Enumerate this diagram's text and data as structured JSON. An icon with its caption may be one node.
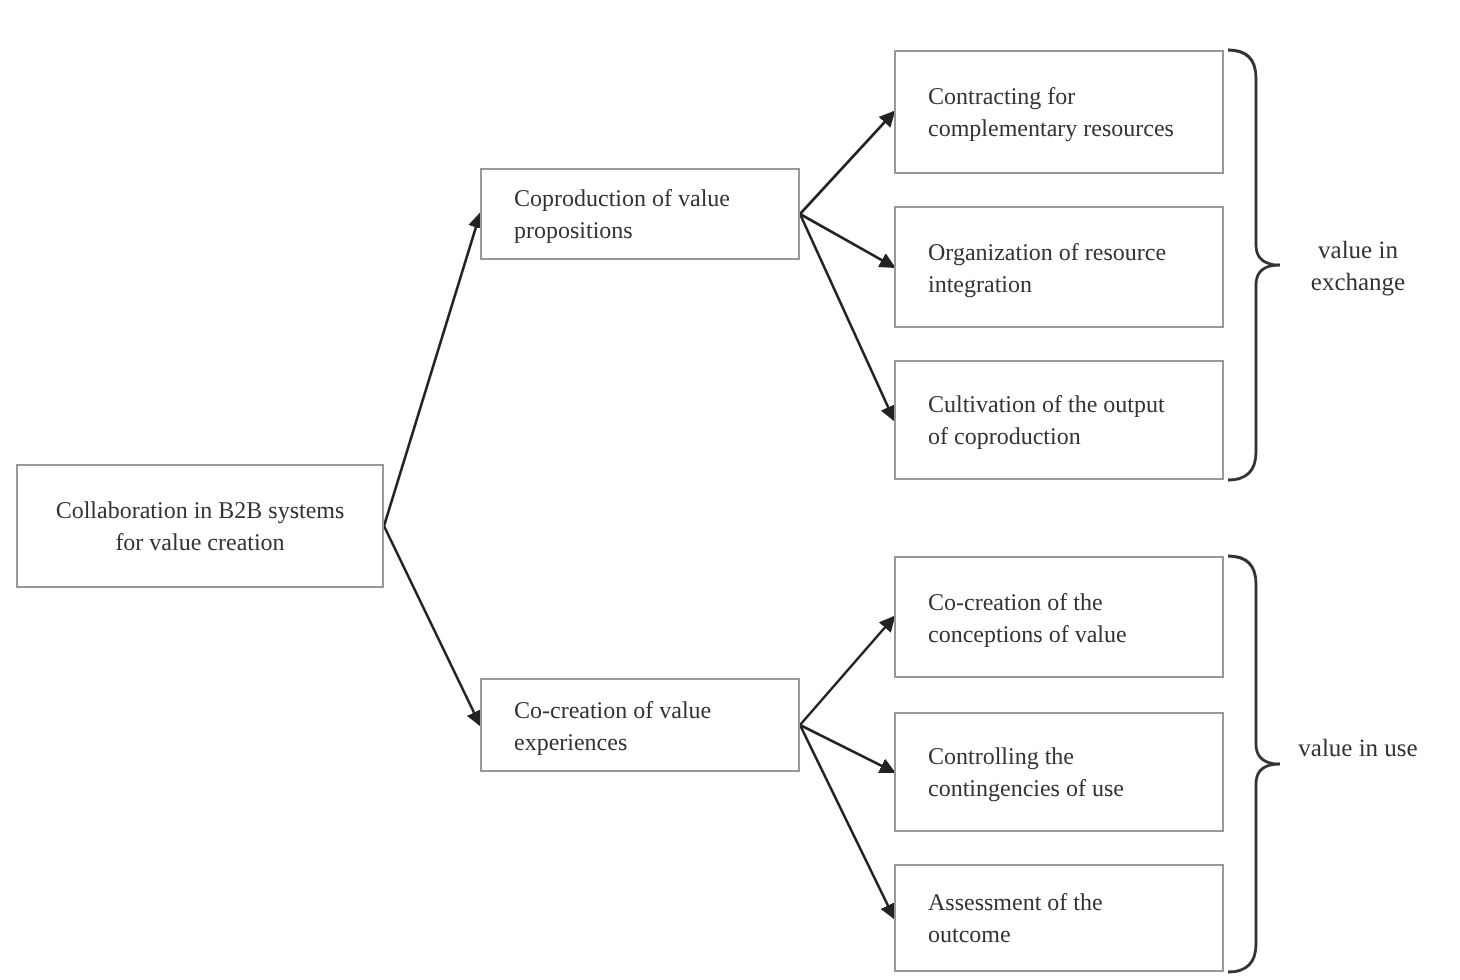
{
  "diagram": {
    "nodes": [
      {
        "text": [
          "Collaboration in B2B systems for value creation"
        ]
      },
      {
        "text": [
          "Coproduction of value propositions"
        ]
      },
      {
        "text": [
          "Co-creation of value experiences"
        ]
      },
      {
        "text": [
          "Contracting for complementary resources"
        ]
      },
      {
        "text": [
          "Organization of resource integration"
        ]
      },
      {
        "text": [
          "Cultivation of the output of coproduction"
        ]
      },
      {
        "text": [
          "Co-creation of the conceptions of value"
        ]
      },
      {
        "text": [
          "Controlling the contingencies of use"
        ]
      },
      {
        "text": [
          "Assessment of the outcome"
        ]
      }
    ],
    "edges": [
      {
        "from": 0,
        "to": 1,
        "arrow": "to"
      },
      {
        "from": 0,
        "to": 2,
        "arrow": "to"
      },
      {
        "from": 1,
        "to": 3,
        "arrow": "to"
      },
      {
        "from": 1,
        "to": 4,
        "arrow": "to"
      },
      {
        "from": 1,
        "to": 5,
        "arrow": "to"
      },
      {
        "from": 2,
        "to": 6,
        "arrow": "to"
      },
      {
        "from": 2,
        "to": 7,
        "arrow": "to"
      },
      {
        "from": 2,
        "to": 8,
        "arrow": "to"
      }
    ],
    "labels": [
      "value in exchange",
      "value in use"
    ]
  }
}
